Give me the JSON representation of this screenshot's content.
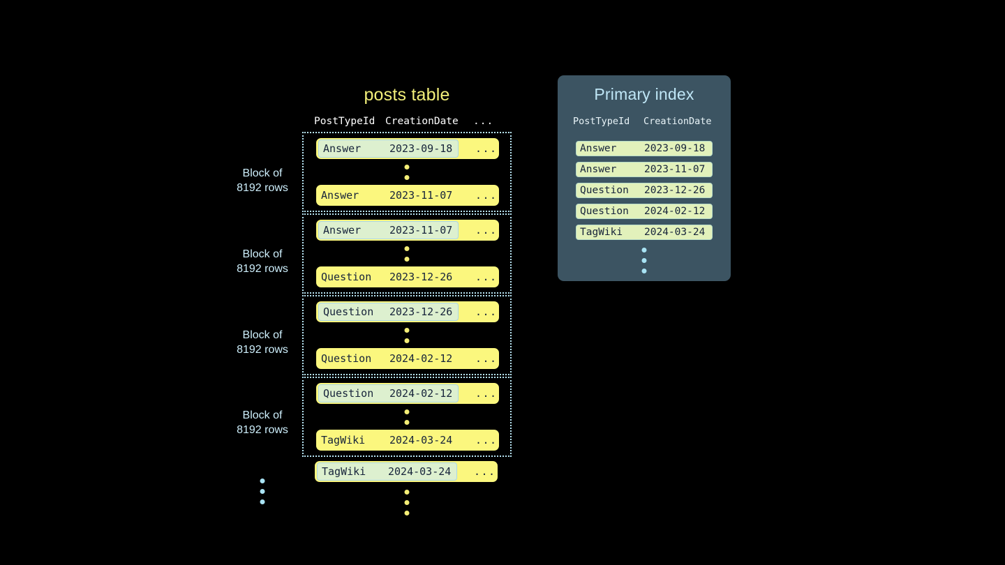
{
  "background": "#000000",
  "colors": {
    "row_yellow": "#fbf77e",
    "highlight_mint": "#ddf0cf",
    "highlight_border": "#a9d6e8",
    "panel_slate": "#3c5462",
    "index_row": "#e2f1bb",
    "accent_blue": "#a9e3f4",
    "title_yellow": "#f2ef7a",
    "text_dark": "#16233a"
  },
  "posts_table": {
    "title": "posts table",
    "columns": {
      "posttype": "PostTypeId",
      "creationdate": "CreationDate",
      "more": "..."
    },
    "ellipsis": "...",
    "blocks": [
      {
        "label_line1": "Block of",
        "label_line2": "8192 rows",
        "first_row": {
          "posttype": "Answer",
          "creationdate": "2023-09-18",
          "more": "...",
          "highlighted": true
        },
        "last_row": {
          "posttype": "Answer",
          "creationdate": "2023-11-07",
          "more": "...",
          "highlighted": false
        }
      },
      {
        "label_line1": "Block of",
        "label_line2": "8192 rows",
        "first_row": {
          "posttype": "Answer",
          "creationdate": "2023-11-07",
          "more": "...",
          "highlighted": true
        },
        "last_row": {
          "posttype": "Question",
          "creationdate": "2023-12-26",
          "more": "...",
          "highlighted": false
        }
      },
      {
        "label_line1": "Block of",
        "label_line2": "8192 rows",
        "first_row": {
          "posttype": "Question",
          "creationdate": "2023-12-26",
          "more": "...",
          "highlighted": true
        },
        "last_row": {
          "posttype": "Question",
          "creationdate": "2024-02-12",
          "more": "...",
          "highlighted": false
        }
      },
      {
        "label_line1": "Block of",
        "label_line2": "8192 rows",
        "first_row": {
          "posttype": "Question",
          "creationdate": "2024-02-12",
          "more": "...",
          "highlighted": true
        },
        "last_row": {
          "posttype": "TagWiki",
          "creationdate": "2024-03-24",
          "more": "...",
          "highlighted": false
        }
      }
    ],
    "trailing_row": {
      "posttype": "TagWiki",
      "creationdate": "2024-03-24",
      "more": "...",
      "highlighted": true
    }
  },
  "primary_index": {
    "title": "Primary index",
    "columns": {
      "posttype": "PostTypeId",
      "creationdate": "CreationDate"
    },
    "rows": [
      {
        "posttype": "Answer",
        "creationdate": "2023-09-18"
      },
      {
        "posttype": "Answer",
        "creationdate": "2023-11-07"
      },
      {
        "posttype": "Question",
        "creationdate": "2023-12-26"
      },
      {
        "posttype": "Question",
        "creationdate": "2024-02-12"
      },
      {
        "posttype": "TagWiki",
        "creationdate": "2024-03-24"
      }
    ]
  }
}
